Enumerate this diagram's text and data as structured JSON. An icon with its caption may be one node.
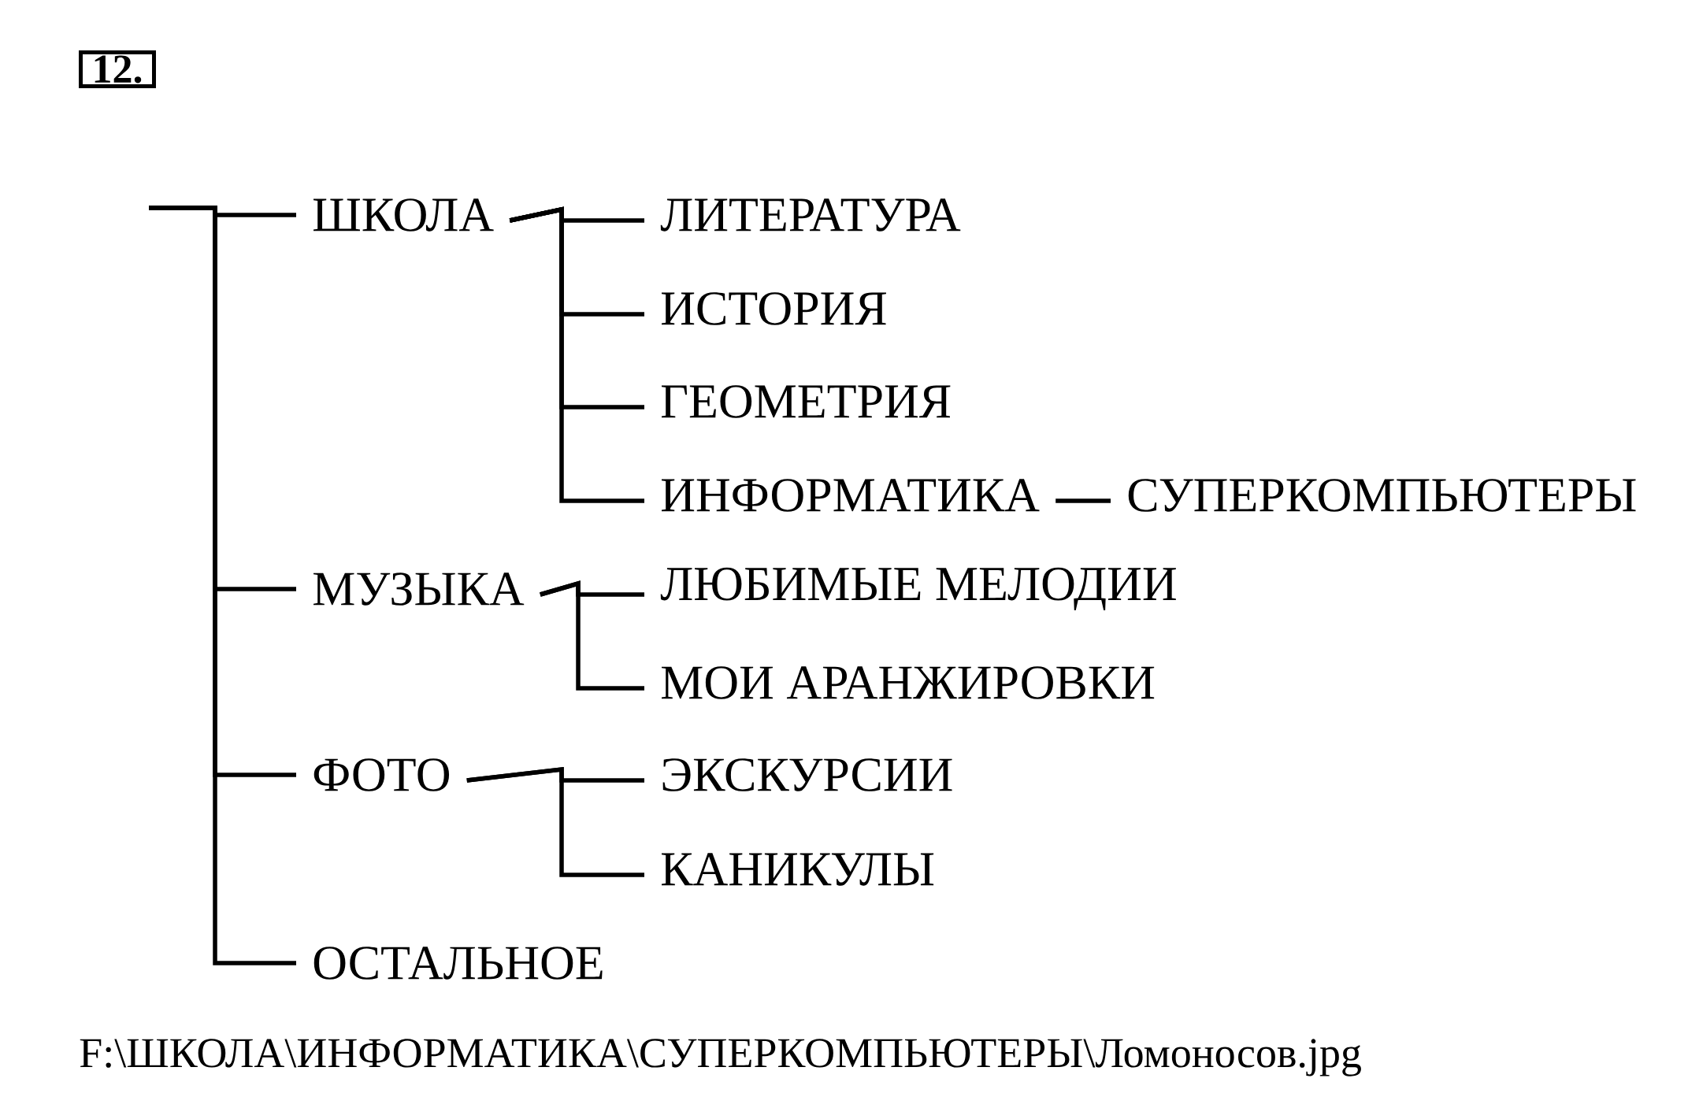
{
  "diagram": {
    "caption": "F:\\ШКОЛА\\ИНФОРМАТИКА\\СУПЕРКОМПЬЮТЕРЫ\\Ломоносов.jpg",
    "nodes": [
      {
        "text": [
          "12."
        ]
      },
      {
        "text": [
          "ШКОЛА"
        ]
      },
      {
        "text": [
          "ЛИТЕРАТУРА"
        ]
      },
      {
        "text": [
          "ИСТОРИЯ"
        ]
      },
      {
        "text": [
          "ГЕОМЕТРИЯ"
        ]
      },
      {
        "text": [
          "ИНФОРМАТИКА"
        ]
      },
      {
        "text": [
          "СУПЕРКОМПЬЮТЕРЫ"
        ]
      },
      {
        "text": [
          "МУЗЫКА"
        ]
      },
      {
        "text": [
          "ЛЮБИМЫЕ МЕЛОДИИ"
        ]
      },
      {
        "text": [
          "МОИ АРАНЖИРОВКИ"
        ]
      },
      {
        "text": [
          "ФОТО"
        ]
      },
      {
        "text": [
          "ЭКСКУРСИИ"
        ]
      },
      {
        "text": [
          "КАНИКУЛЫ"
        ]
      },
      {
        "text": [
          "ОСТАЛЬНОЕ"
        ]
      }
    ],
    "edges": [
      {
        "from": null,
        "to": 1,
        "arrow": "none"
      },
      {
        "from": null,
        "to": 7,
        "arrow": "none"
      },
      {
        "from": null,
        "to": 10,
        "arrow": "none"
      },
      {
        "from": null,
        "to": 13,
        "arrow": "none"
      },
      {
        "from": 1,
        "to": 2,
        "arrow": "none"
      },
      {
        "from": 1,
        "to": 3,
        "arrow": "none"
      },
      {
        "from": 1,
        "to": 4,
        "arrow": "none"
      },
      {
        "from": 1,
        "to": 5,
        "arrow": "none"
      },
      {
        "from": 5,
        "to": 6,
        "arrow": "none"
      },
      {
        "from": 7,
        "to": 8,
        "arrow": "none"
      },
      {
        "from": 7,
        "to": 9,
        "arrow": "none"
      },
      {
        "from": 10,
        "to": 11,
        "arrow": "none"
      },
      {
        "from": 10,
        "to": 12,
        "arrow": "none"
      }
    ]
  }
}
